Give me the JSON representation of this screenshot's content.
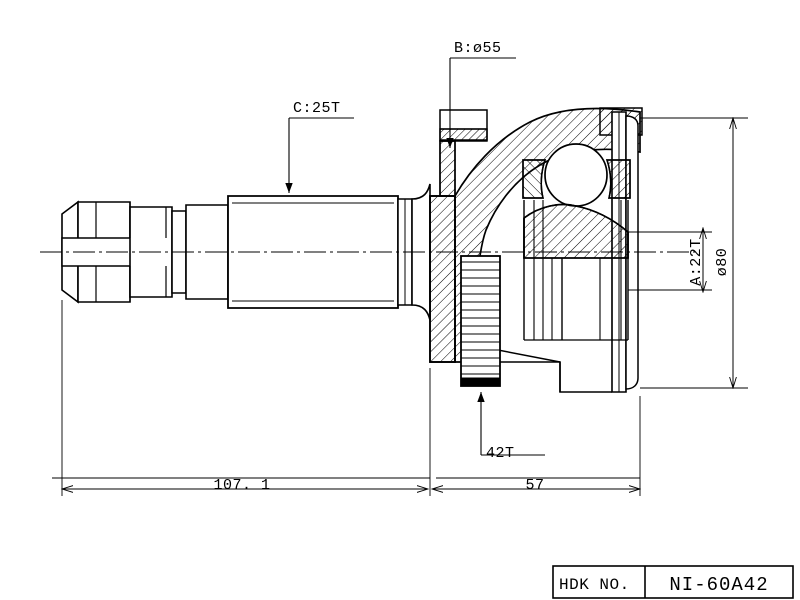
{
  "drawing": {
    "type": "engineering-drawing",
    "subject": "CV joint / drive shaft outer joint cross-section",
    "background_color": "#ffffff",
    "line_color": "#000000"
  },
  "annotations": {
    "spline_c": {
      "label": "C:25T",
      "meaning": "shaft spline teeth count",
      "leader": "down-arrow to shaft"
    },
    "bore_b": {
      "label": "B:ø55",
      "meaning": "boot seat diameter 55 mm",
      "leader": "down-arrow to housing shoulder"
    },
    "abs_ring": {
      "label": "42T",
      "meaning": "ABS tone ring teeth count",
      "leader": "up-arrow to tone ring"
    },
    "spline_a": {
      "label": "A:22T",
      "meaning": "inner race spline teeth count",
      "orientation": "vertical"
    },
    "outer_dia": {
      "label": "ø80",
      "meaning": "outer joint housing diameter 80 mm",
      "orientation": "vertical"
    }
  },
  "dimensions": {
    "linear": [
      {
        "name": "shaft-length",
        "value": "107. 1",
        "unit": "mm"
      },
      {
        "name": "joint-length",
        "value": "57",
        "unit": "mm"
      }
    ],
    "vertical": [
      {
        "name": "spline-a-height",
        "value": "A:22T"
      },
      {
        "name": "outer-diameter",
        "value": "ø80"
      }
    ]
  },
  "title_block": {
    "field_label": "HDK NO.",
    "part_number": "NI-60A42"
  }
}
